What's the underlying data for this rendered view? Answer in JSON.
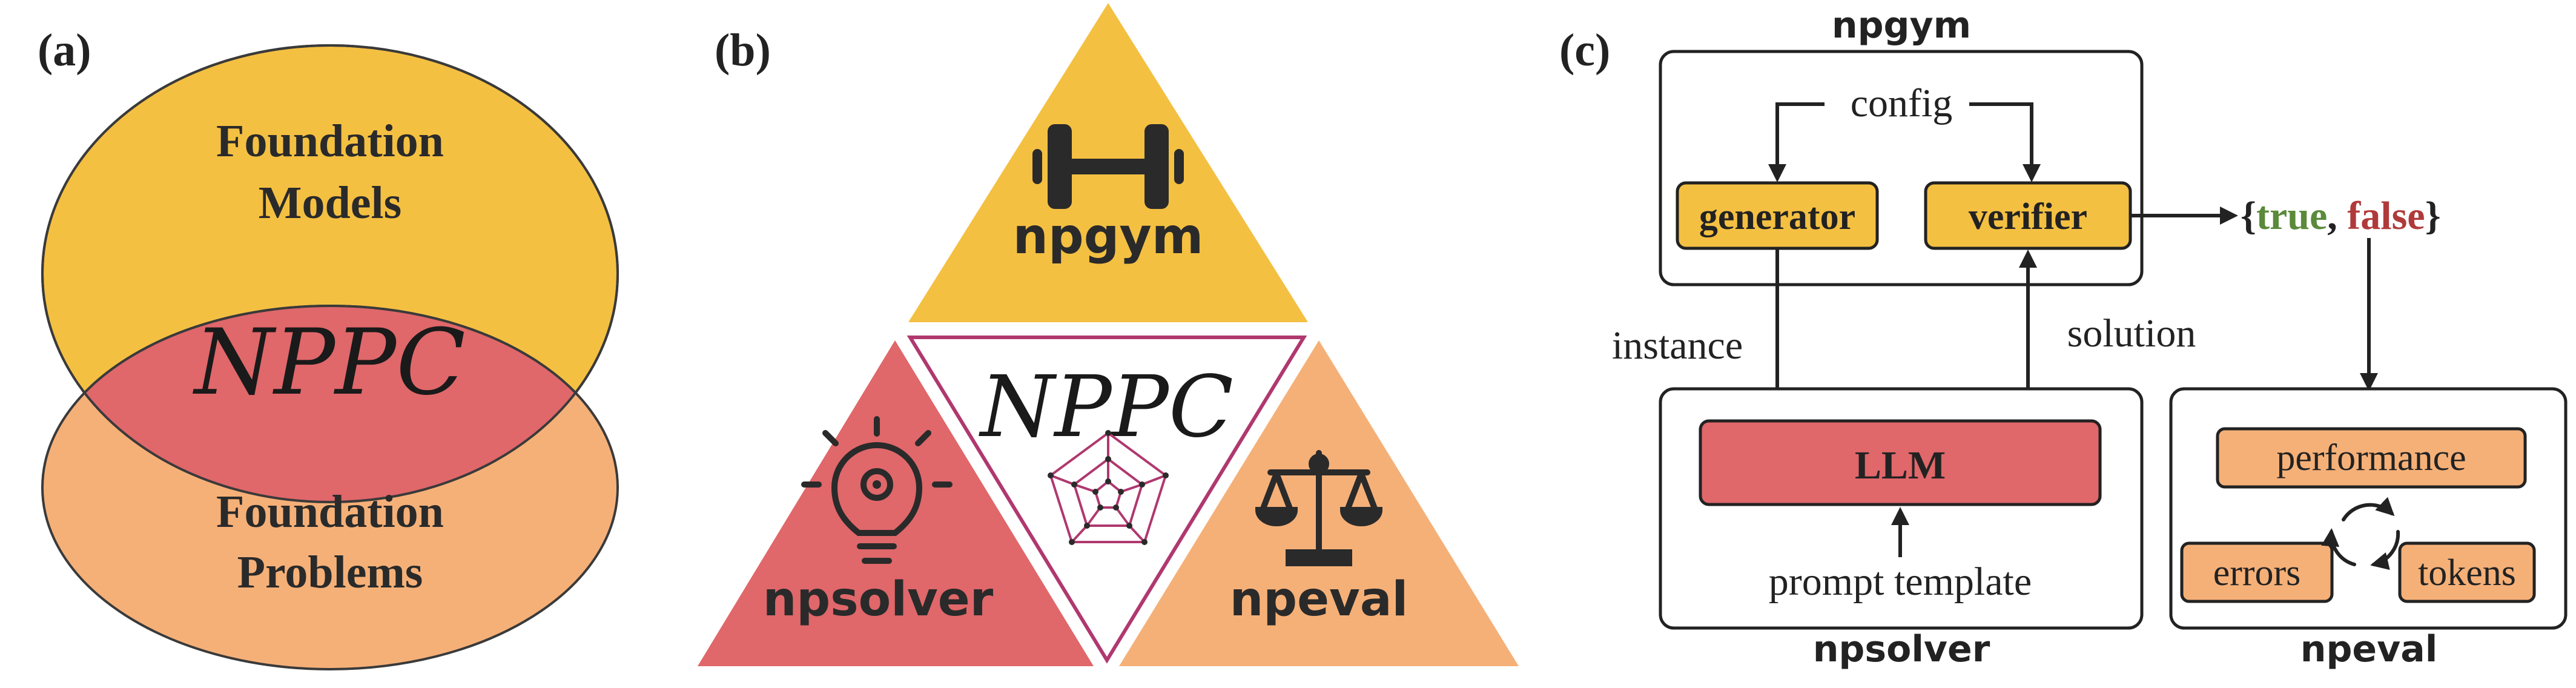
{
  "panels": {
    "a": {
      "label": "(a)",
      "top_circle": [
        "Foundation",
        "Models"
      ],
      "bottom_circle": [
        "Foundation",
        "Problems"
      ],
      "overlap": "NPPC"
    },
    "b": {
      "label": "(b)",
      "top": "npgym",
      "left": "npsolver",
      "right": "npeval",
      "center": "NPPC"
    },
    "c": {
      "label": "(c)",
      "npgym_title": "npgym",
      "config": "config",
      "generator": "generator",
      "verifier": "verifier",
      "output_open": "{",
      "output_true": "true",
      "output_comma": ", ",
      "output_false": "false",
      "output_close": "}",
      "instance": "instance",
      "solution": "solution",
      "llm": "LLM",
      "prompt": "prompt template",
      "npsolver_title": "npsolver",
      "performance": "performance",
      "errors": "errors",
      "tokens": "tokens",
      "npeval_title": "npeval"
    }
  },
  "colors": {
    "yellow": "#F4C042",
    "red": "#E0676A",
    "peach": "#F5B078",
    "true": "#5A8A3A",
    "false": "#B03A3A",
    "dark": "#222222",
    "magenta": "#B0386F"
  }
}
